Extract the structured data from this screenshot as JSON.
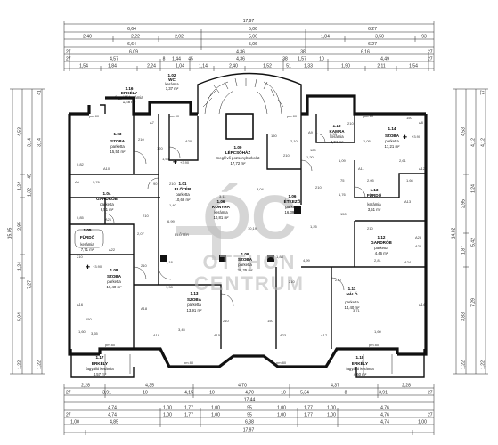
{
  "watermark": {
    "logo": "ÓC",
    "line1": "OTTHON",
    "line2": "CENTRUM"
  },
  "dimensions": {
    "top": {
      "overall": "17,97",
      "row2": [
        "6,64",
        "5,06",
        "6,27"
      ],
      "row3": [
        "2,40",
        "2,22",
        "2,02",
        "5,06",
        "1,84",
        "3,50",
        "93"
      ],
      "row4": [
        "6,64",
        "5,06",
        "6,27"
      ],
      "row5": [
        "27",
        "6,09",
        "4,36",
        "38",
        "6,16",
        "27"
      ],
      "row6": [
        "27",
        "4,57",
        "8",
        "1,44",
        "45",
        "4,36",
        "38",
        "1,57",
        "10",
        "4,49",
        "27"
      ],
      "row7": [
        "1,54",
        "1,84",
        "2,24",
        "1,04",
        "1,14",
        "2,40",
        "1,52",
        "51",
        "1,33",
        "1,90",
        "2,11",
        "1,54"
      ]
    },
    "bottom": {
      "row1": [
        "2,28",
        "4,35",
        "4,70",
        "4,37",
        "2,28"
      ],
      "row2": [
        "27",
        "3,91",
        "10",
        "4,15",
        "10",
        "4,70",
        "10",
        "5,34",
        "8",
        "3,91",
        "27"
      ],
      "row3": "17,44",
      "row4": [
        "4,74",
        "1,00",
        "1,77",
        "1,00",
        "95",
        "1,00",
        "1,77",
        "1,00",
        "4,76"
      ],
      "row5": [
        "27",
        "4,74",
        "1,00",
        "1,77",
        "1,00",
        "95",
        "1,00",
        "1,77",
        "1,00",
        "4,76",
        "27"
      ],
      "row6": [
        "1,00",
        "4,85",
        "6,38",
        "4,74",
        "1,00"
      ],
      "overall": "17,97"
    },
    "left": {
      "overall": "15,05",
      "col2": [
        "4,53",
        "1,24",
        "2,95",
        "1,24",
        "5,04",
        "1,22"
      ],
      "col3": [
        "3,14",
        "45",
        "1,32",
        "7,27"
      ],
      "col4": [
        "41",
        "3,14",
        "1,22"
      ]
    },
    "right": {
      "overall": "14,82",
      "col2": [
        "4,53",
        "2,95",
        "1,87",
        "3,83",
        "1,22"
      ],
      "col3": [
        "4,12",
        "1,24",
        "5,42",
        "7,29"
      ],
      "col4": [
        "77",
        "4,12",
        "1,22"
      ]
    }
  },
  "rooms": [
    {
      "code": "1.16",
      "name": "ERKÉLY",
      "floor": "fagyálló kerámia",
      "area": "1,48 m²"
    },
    {
      "code": "1.02",
      "name": "WC",
      "floor": "kerámia",
      "area": "1,37 m²"
    },
    {
      "code": "1.03",
      "name": "SZOBA",
      "floor": "parketta",
      "area": "15,54 m²"
    },
    {
      "code": "1.00",
      "name": "LÉPCSŐHÁZ",
      "floor": "meglévő pozsonyburkolat",
      "area": "17,72 m²"
    },
    {
      "code": "1.15",
      "name": "KAMRA",
      "floor": "kerámia",
      "area": "3,74 m²"
    },
    {
      "code": "1.14",
      "name": "SZOBA",
      "floor": "parketta",
      "area": "17,21 m²"
    },
    {
      "code": "1.04",
      "name": "GARDRÓB",
      "floor": "parketta",
      "area": "6,51 m²"
    },
    {
      "code": "1.01",
      "name": "ELŐTÉR",
      "floor": "parketta",
      "area": "10,68 m²"
    },
    {
      "code": "1.06",
      "name": "KONYHA",
      "floor": "kerámia",
      "area": "10,81 m²"
    },
    {
      "code": "1.06",
      "name": "ÉTKEZŐ",
      "floor": "parketta",
      "area": "16,39 m²"
    },
    {
      "code": "1.13",
      "name": "FÜRDŐ",
      "floor": "kerámia",
      "area": "3,51 m²"
    },
    {
      "code": "1.05",
      "name": "FÜRDŐ",
      "floor": "kerámia",
      "area": "7,71 m²"
    },
    {
      "code": "1.09",
      "name": "SZOBA",
      "floor": "parketta",
      "area": "38,25 m²"
    },
    {
      "code": "1.12",
      "name": "GARDRÓB",
      "floor": "parketta",
      "area": "4,46 m²"
    },
    {
      "code": "1.08",
      "name": "SZOBA",
      "floor": "parketta",
      "area": "19,40 m²"
    },
    {
      "code": "1.13",
      "name": "SZOBA",
      "floor": "parketta",
      "area": "13,91 m²"
    },
    {
      "code": "1.11",
      "name": "HÁLÓ",
      "floor": "parketta",
      "area": "14,40 m²"
    },
    {
      "code": "1.17",
      "name": "ERKÉLY",
      "floor": "fagyálló kerámia",
      "area": "4,57 m²"
    },
    {
      "code": "1.18",
      "name": "ERKÉLY",
      "floor": "fagyálló kerámia",
      "area": "4,60 m²"
    }
  ],
  "annotations": {
    "level": "+3.90",
    "pm": "pm 80",
    "label_elotar": "ELŐTÉR",
    "door_codes": [
      "A6",
      "A7",
      "A8",
      "A9",
      "A10",
      "A11",
      "A12",
      "A13",
      "A14",
      "A15",
      "A16",
      "A17",
      "A18",
      "A19",
      "A20",
      "A21",
      "A22",
      "A23",
      "A24",
      "A25",
      "A26"
    ],
    "opening_sizes": [
      "210",
      "150",
      "90",
      "75",
      "120",
      "1,09",
      "2,61",
      "2,81",
      "3,04",
      "3,71",
      "4,99",
      "2,18",
      "3,11",
      "1,98",
      "1,88",
      "1,53",
      "1,76",
      "1,25",
      "0,82",
      "0,85",
      "0,90",
      "3,76",
      "3,65",
      "3,45",
      "1,60",
      "1,40",
      "1,20",
      "2,10",
      "1,05",
      "2,07",
      "6,99",
      "10,19",
      "2,05",
      "1,66"
    ]
  }
}
